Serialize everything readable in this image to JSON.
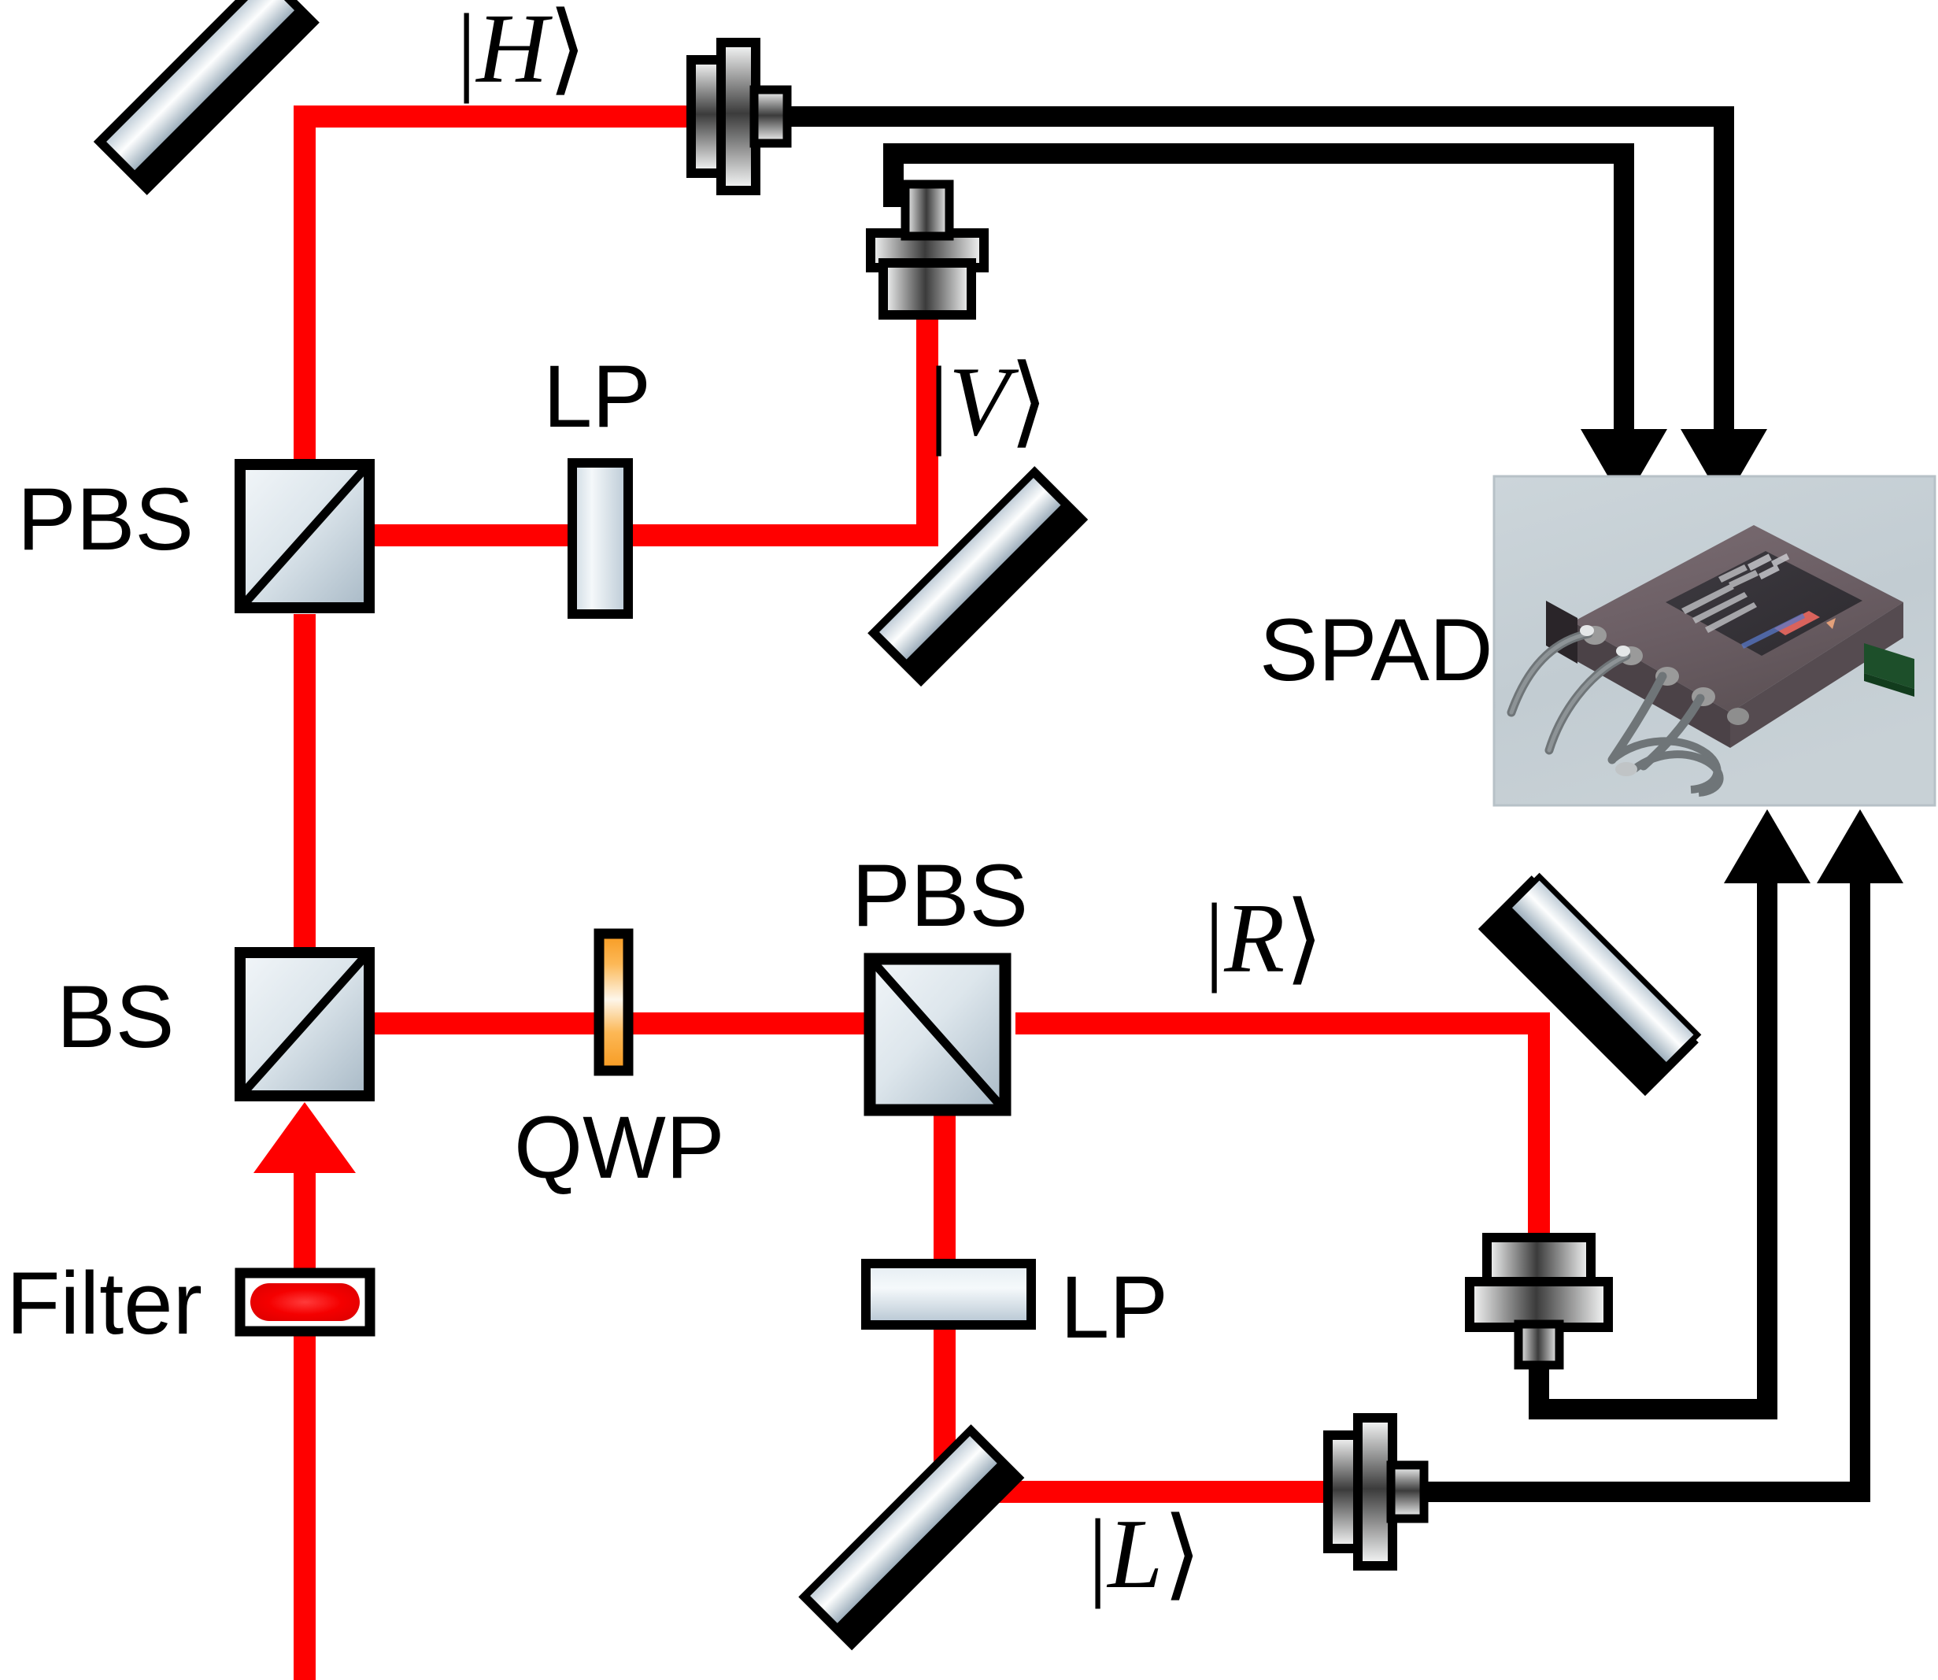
{
  "diagram": {
    "title": "Polarization state analysis optical setup",
    "colors": {
      "beam_red": "#ff0000",
      "cable_black": "#000000",
      "optic_silver_light": "#eef2f6",
      "optic_silver_dark": "#9fb1bf",
      "qwp_orange": "#f9a030",
      "background": "#ffffff",
      "spad_photo_bg": "#c3cdd3",
      "spad_body": "#6e6268"
    },
    "labels": {
      "pbs_upper": "PBS",
      "pbs_lower": "PBS",
      "bs": "BS",
      "lp_upper": "LP",
      "lp_lower": "LP",
      "qwp": "QWP",
      "filter": "Filter",
      "spad": "SPAD"
    },
    "kets": {
      "h": {
        "bar": "|",
        "sym": "H",
        "close": "⟩"
      },
      "v": {
        "bar": "|",
        "sym": "V",
        "close": "⟩"
      },
      "r": {
        "bar": "|",
        "sym": "R",
        "close": "⟩"
      },
      "l": {
        "bar": "|",
        "sym": "L",
        "close": "⟩"
      }
    },
    "components": [
      {
        "name": "filter",
        "type": "spectral-filter",
        "label": "Filter"
      },
      {
        "name": "bs",
        "type": "beam-splitter-cube",
        "label": "BS"
      },
      {
        "name": "pbs-upper",
        "type": "polarizing-beam-splitter-cube",
        "label": "PBS"
      },
      {
        "name": "pbs-lower",
        "type": "polarizing-beam-splitter-cube",
        "label": "PBS"
      },
      {
        "name": "qwp",
        "type": "quarter-wave-plate",
        "label": "QWP"
      },
      {
        "name": "lp-upper",
        "type": "linear-polarizer",
        "label": "LP"
      },
      {
        "name": "lp-lower",
        "type": "linear-polarizer",
        "label": "LP"
      },
      {
        "name": "mirror-top-left",
        "type": "mirror"
      },
      {
        "name": "mirror-upper-right",
        "type": "mirror"
      },
      {
        "name": "mirror-lower-right",
        "type": "mirror"
      },
      {
        "name": "mirror-bottom",
        "type": "mirror"
      },
      {
        "name": "coupler-h",
        "type": "fiber-coupler"
      },
      {
        "name": "coupler-v",
        "type": "fiber-coupler"
      },
      {
        "name": "coupler-r",
        "type": "fiber-coupler"
      },
      {
        "name": "coupler-l",
        "type": "fiber-coupler"
      },
      {
        "name": "spad",
        "type": "detector-module-photo",
        "label": "SPAD"
      }
    ],
    "beam_paths": [
      {
        "name": "input-beam",
        "from": "bottom-edge",
        "to": "filter-to-bs"
      },
      {
        "name": "bs-to-pbs-upper",
        "from": "bs",
        "to": "pbs-upper"
      },
      {
        "name": "pbs-upper-to-mirror-top-left",
        "state": "H"
      },
      {
        "name": "mirror-top-left-to-coupler-h",
        "state": "H"
      },
      {
        "name": "pbs-upper-to-lp-to-mirror-upper-right",
        "state": "V"
      },
      {
        "name": "mirror-upper-right-to-coupler-v",
        "state": "V"
      },
      {
        "name": "bs-to-qwp-to-pbs-lower"
      },
      {
        "name": "pbs-lower-to-mirror-lower-right",
        "state": "R"
      },
      {
        "name": "mirror-lower-right-to-coupler-r",
        "state": "R"
      },
      {
        "name": "pbs-lower-to-lp-to-mirror-bottom",
        "state": "L"
      },
      {
        "name": "mirror-bottom-to-coupler-l",
        "state": "L"
      }
    ],
    "cable_paths": [
      {
        "name": "cable-h-to-spad",
        "from": "coupler-h",
        "to": "spad",
        "arrow": "down"
      },
      {
        "name": "cable-v-to-spad",
        "from": "coupler-v",
        "to": "spad",
        "arrow": "down"
      },
      {
        "name": "cable-r-to-spad",
        "from": "coupler-r",
        "to": "spad",
        "arrow": "up"
      },
      {
        "name": "cable-l-to-spad",
        "from": "coupler-l",
        "to": "spad",
        "arrow": "up"
      }
    ]
  }
}
